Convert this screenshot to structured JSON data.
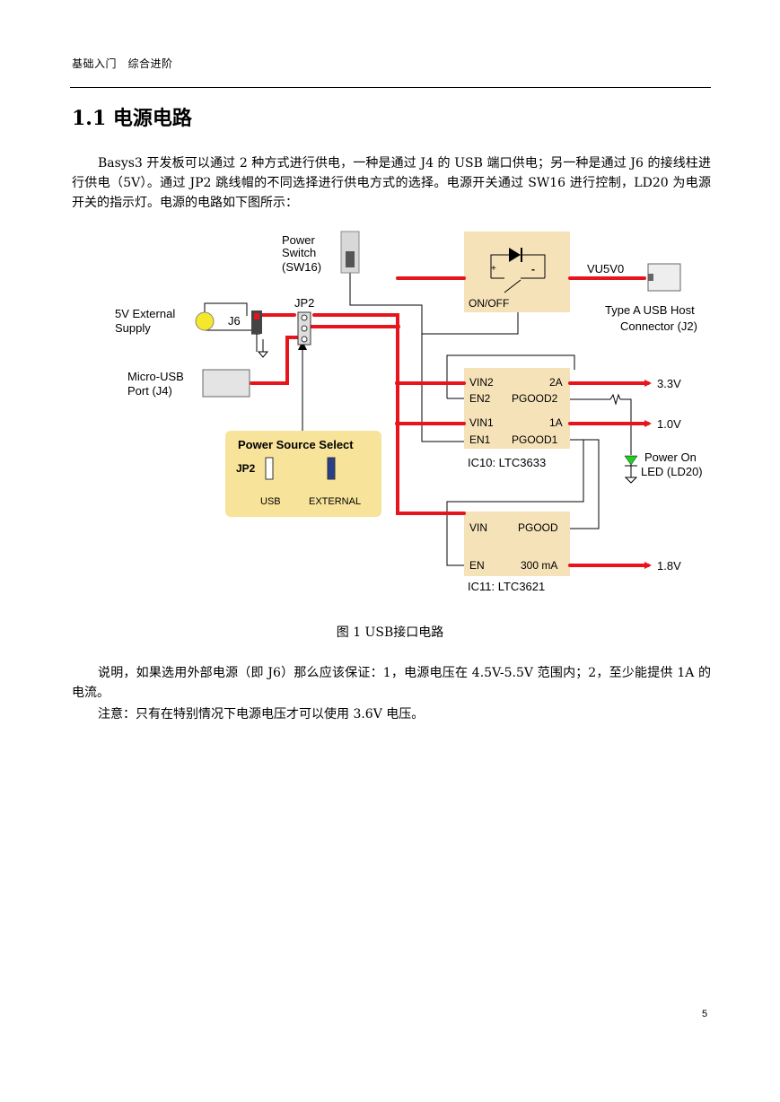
{
  "header": {
    "text": "基础入门　综合进阶"
  },
  "section": {
    "title": "1.1  电源电路"
  },
  "intro_paragraph": "Basys3 开发板可以通过 2 种方式进行供电，一种是通过 J4 的 USB 端口供电；另一种是通过 J6 的接线柱进行供电（5V）。通过 JP2 跳线帽的不同选择进行供电方式的选择。电源开关通过 SW16 进行控制，LD20 为电源开关的指示灯。电源的电路如下图所示：",
  "figure": {
    "caption": "图 1 USB接口电路",
    "labels": {
      "power_switch": [
        "Power",
        "Switch",
        "(SW16)"
      ],
      "ext_supply": [
        "5V External",
        "Supply"
      ],
      "j6": "J6",
      "jp2": "JP2",
      "micro_usb": [
        "Micro-USB",
        "Port (J4)"
      ],
      "on_off": "ON/OFF",
      "vu5v0": "VU5V0",
      "usb_host": [
        "Type A USB Host",
        "Connector (J2)"
      ],
      "pss_title": "Power Source Select",
      "pss_jp2": "JP2",
      "pss_usb": "USB",
      "pss_external": "EXTERNAL",
      "ic10_pins": [
        "VIN2",
        "EN2",
        "VIN1",
        "EN1"
      ],
      "ic10_outs": [
        "2A",
        "PGOOD2",
        "1A",
        "PGOOD1"
      ],
      "ic10_name": "IC10: LTC3633",
      "ic11_pins": [
        "VIN",
        "EN"
      ],
      "ic11_outs": [
        "PGOOD",
        "300 mA"
      ],
      "ic11_name": "IC11: LTC3621",
      "v33": "3.3V",
      "v10": "1.0V",
      "v18": "1.8V",
      "led": [
        "Power On",
        "LED (LD20)"
      ],
      "plus": "+",
      "minus": "-"
    },
    "colors": {
      "rail": "#e8141c",
      "box": "#f6e2b8",
      "pss_box": "#f7e49a",
      "wire": "#000000"
    }
  },
  "note1": "说明，如果选用外部电源（即 J6）那么应该保证：1，电源电压在 4.5V-5.5V 范围内；2，至少能提供 1A 的电流。",
  "note2": "注意：只有在特别情况下电源电压才可以使用 3.6V 电压。",
  "page_number": "5"
}
